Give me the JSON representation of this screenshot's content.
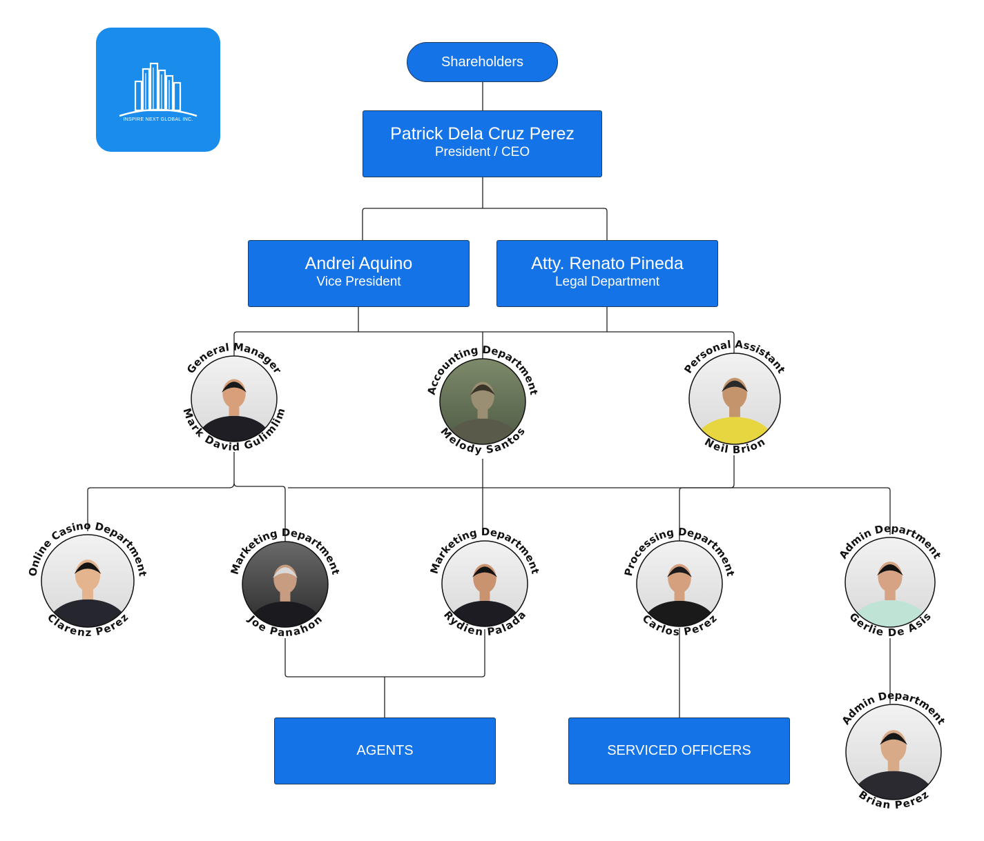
{
  "logo": {
    "company_name": "INSPIRE NEXT GLOBAL INC.",
    "icon": "city-buildings-icon",
    "color": "#1a8cec"
  },
  "colors": {
    "box_fill": "#1473e6",
    "box_border": "#1e3a5f",
    "connector": "#1f1f1f"
  },
  "shareholders": {
    "label": "Shareholders"
  },
  "president": {
    "name": "Patrick Dela Cruz Perez",
    "role": "President / CEO"
  },
  "vice_president": {
    "name": "Andrei Aquino",
    "role": "Vice President"
  },
  "legal": {
    "name": "Atty. Renato Pineda",
    "role": "Legal Department"
  },
  "managers": [
    {
      "title": "General  Manager",
      "name": "Mark David Gulimlim"
    },
    {
      "title": "Accounting Department",
      "name": "Melody Santos"
    },
    {
      "title": "Personal  Assistant",
      "name": "Neil Brion"
    }
  ],
  "staff": [
    {
      "title": "Online Casino Department",
      "name": "Clarenz Perez"
    },
    {
      "title": "Marketing Department",
      "name": "Joe Panahon"
    },
    {
      "title": "Marketing Department",
      "name": "Rydien Palada"
    },
    {
      "title": "Processing Department",
      "name": "Carlos Perez"
    },
    {
      "title": "Admin Department",
      "name": "Gerlie De Asis"
    },
    {
      "title": "Admin Department",
      "name": "Brian  Perez"
    }
  ],
  "agents": {
    "label": "AGENTS"
  },
  "serviced_officers": {
    "label": "SERVICED OFFICERS"
  }
}
